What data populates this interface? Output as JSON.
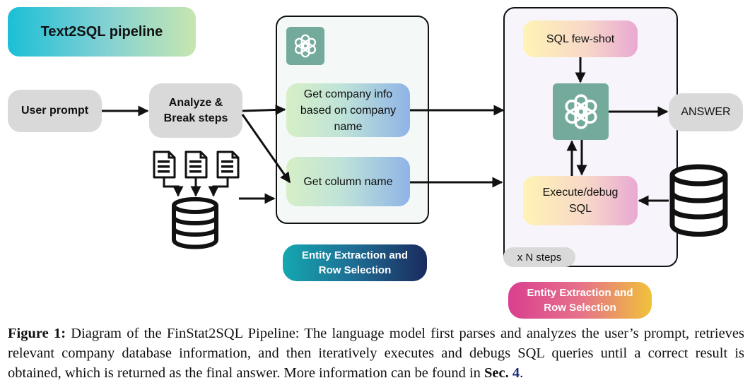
{
  "title": "Text2SQL pipeline",
  "nodes": {
    "user_prompt": "User prompt",
    "analyze": [
      "Analyze &",
      "Break steps"
    ],
    "company_info": [
      "Get company info",
      "based on company",
      "name"
    ],
    "column_name": "Get column name",
    "few_shot": "SQL few-shot",
    "execute_debug": [
      "Execute/debug",
      "SQL"
    ],
    "answer": "ANSWER",
    "steps": "x N steps"
  },
  "tags": {
    "left": [
      "Entity Extraction and",
      "Row Selection"
    ],
    "right": [
      "Entity Extraction and",
      "Row Selection"
    ]
  },
  "icons": [
    "openai-logo-icon",
    "document-icon",
    "database-icon"
  ],
  "caption": {
    "label": "Figure 1:",
    "text": " Diagram of the FinStat2SQL Pipeline: The language model first parses and analyzes the user’s prompt, retrieves relevant company database information, and then iteratively executes and debugs SQL queries until a correct result is obtained, which is returned as the final answer. More information can be found in ",
    "ref_label": "Sec.",
    "ref_number": "4",
    "end": "."
  },
  "colors": {
    "openai_green": "#74aa9c",
    "grey": "#d9d9d9",
    "ref_blue": "#1f2a7a"
  }
}
